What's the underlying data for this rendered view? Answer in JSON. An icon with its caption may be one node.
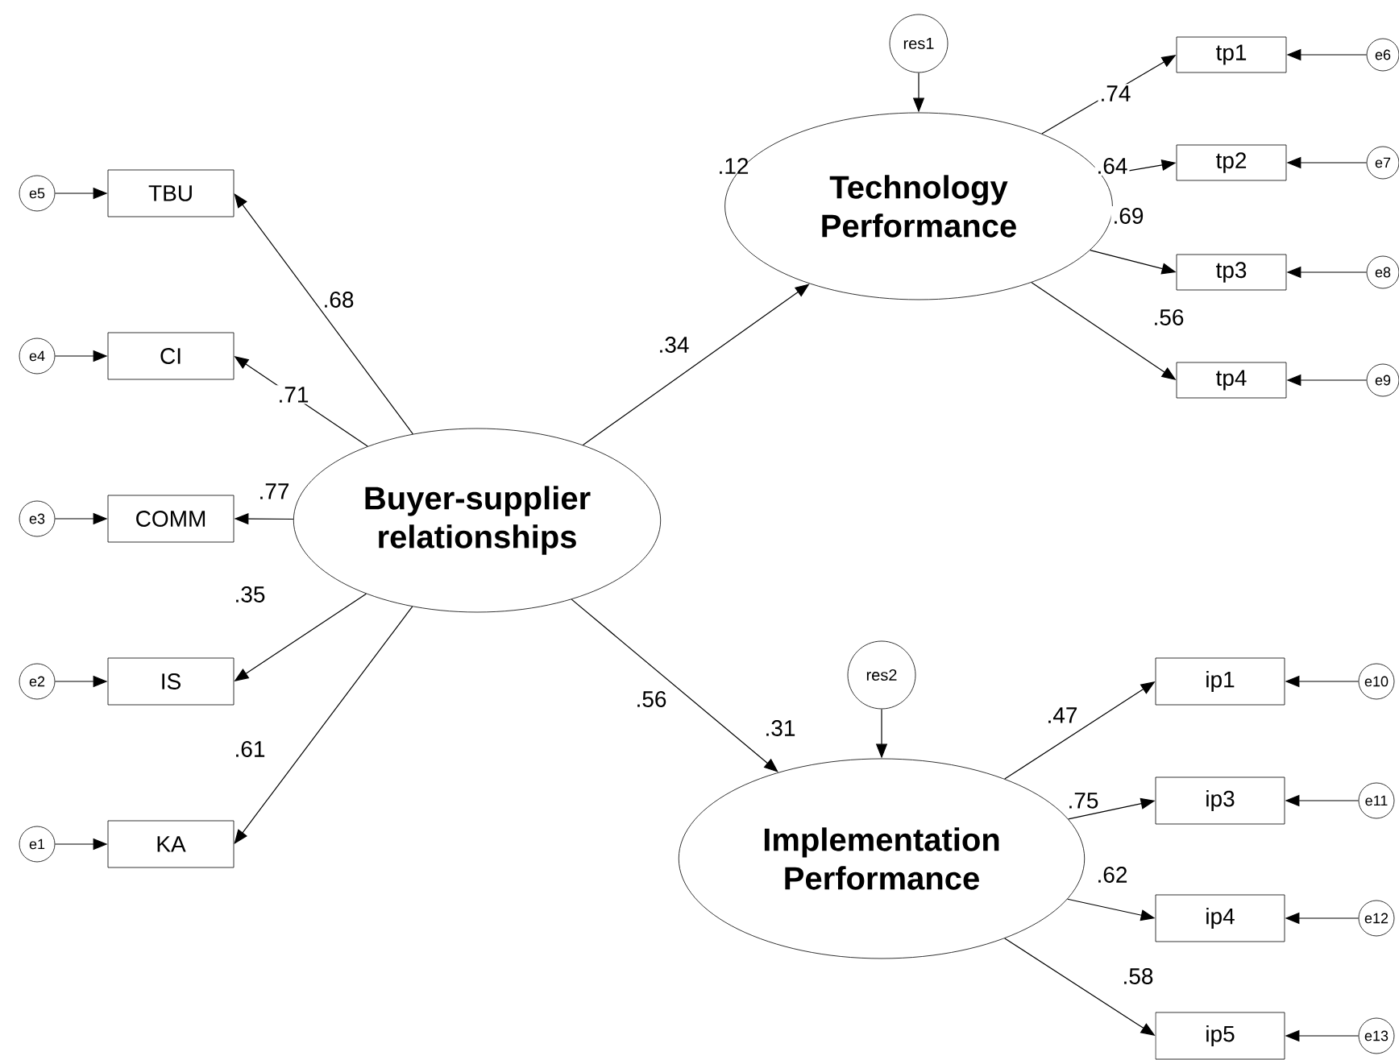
{
  "diagram": {
    "nodes": [
      {
        "text": [
          "e5"
        ]
      },
      {
        "text": [
          "TBU"
        ]
      },
      {
        "text": [
          "e4"
        ]
      },
      {
        "text": [
          "CI"
        ]
      },
      {
        "text": [
          "e3"
        ]
      },
      {
        "text": [
          "COMM"
        ]
      },
      {
        "text": [
          "e2"
        ]
      },
      {
        "text": [
          "IS"
        ]
      },
      {
        "text": [
          "e1"
        ]
      },
      {
        "text": [
          "KA"
        ]
      },
      {
        "text": [
          "Buyer-supplier relationships"
        ]
      },
      {
        "text": [
          "res1"
        ]
      },
      {
        "text": [
          "Technology Performance"
        ],
        "beside": [
          ".12"
        ]
      },
      {
        "text": [
          "tp1"
        ]
      },
      {
        "text": [
          "e6"
        ]
      },
      {
        "text": [
          "tp2"
        ]
      },
      {
        "text": [
          "e7"
        ]
      },
      {
        "text": [
          "tp3"
        ]
      },
      {
        "text": [
          "e8"
        ]
      },
      {
        "text": [
          "tp4"
        ]
      },
      {
        "text": [
          "e9"
        ]
      },
      {
        "text": [
          "res2"
        ]
      },
      {
        "text": [
          "Implementation Performance"
        ],
        "beside": [
          ".31"
        ]
      },
      {
        "text": [
          "ip1"
        ]
      },
      {
        "text": [
          "e10"
        ]
      },
      {
        "text": [
          "ip3"
        ]
      },
      {
        "text": [
          "e11"
        ]
      },
      {
        "text": [
          "ip4"
        ]
      },
      {
        "text": [
          "e12"
        ]
      },
      {
        "text": [
          "ip5"
        ]
      },
      {
        "text": [
          "e13"
        ]
      }
    ],
    "edges": [
      {
        "from": 0,
        "to": 1,
        "arrow": "to"
      },
      {
        "from": 2,
        "to": 3,
        "arrow": "to"
      },
      {
        "from": 4,
        "to": 5,
        "arrow": "to"
      },
      {
        "from": 6,
        "to": 7,
        "arrow": "to"
      },
      {
        "from": 8,
        "to": 9,
        "arrow": "to"
      },
      {
        "from": 10,
        "to": 1,
        "arrow": "to",
        "label": ".68"
      },
      {
        "from": 10,
        "to": 3,
        "arrow": "to",
        "label": ".71"
      },
      {
        "from": 10,
        "to": 5,
        "arrow": "to",
        "label": ".77"
      },
      {
        "from": 10,
        "to": 7,
        "arrow": "to",
        "label": ".35"
      },
      {
        "from": 10,
        "to": 9,
        "arrow": "to",
        "label": ".61"
      },
      {
        "from": 10,
        "to": 12,
        "arrow": "to",
        "label": ".34"
      },
      {
        "from": 10,
        "to": 22,
        "arrow": "to",
        "label": ".56"
      },
      {
        "from": 11,
        "to": 12,
        "arrow": "to"
      },
      {
        "from": 12,
        "to": 13,
        "arrow": "to",
        "label": ".74"
      },
      {
        "from": 12,
        "to": 15,
        "arrow": "to",
        "label": ".64"
      },
      {
        "from": 12,
        "to": 17,
        "arrow": "to",
        "label": ".69"
      },
      {
        "from": 12,
        "to": 19,
        "arrow": "to",
        "label": ".56"
      },
      {
        "from": 14,
        "to": 13,
        "arrow": "to"
      },
      {
        "from": 16,
        "to": 15,
        "arrow": "to"
      },
      {
        "from": 18,
        "to": 17,
        "arrow": "to"
      },
      {
        "from": 20,
        "to": 19,
        "arrow": "to"
      },
      {
        "from": 21,
        "to": 22,
        "arrow": "to"
      },
      {
        "from": 22,
        "to": 23,
        "arrow": "to",
        "label": ".47"
      },
      {
        "from": 22,
        "to": 25,
        "arrow": "to",
        "label": ".75"
      },
      {
        "from": 22,
        "to": 27,
        "arrow": "to",
        "label": ".62"
      },
      {
        "from": 22,
        "to": 29,
        "arrow": "to",
        "label": ".58"
      },
      {
        "from": 24,
        "to": 23,
        "arrow": "to"
      },
      {
        "from": 26,
        "to": 25,
        "arrow": "to"
      },
      {
        "from": 28,
        "to": 27,
        "arrow": "to"
      },
      {
        "from": 30,
        "to": 29,
        "arrow": "to"
      }
    ]
  }
}
